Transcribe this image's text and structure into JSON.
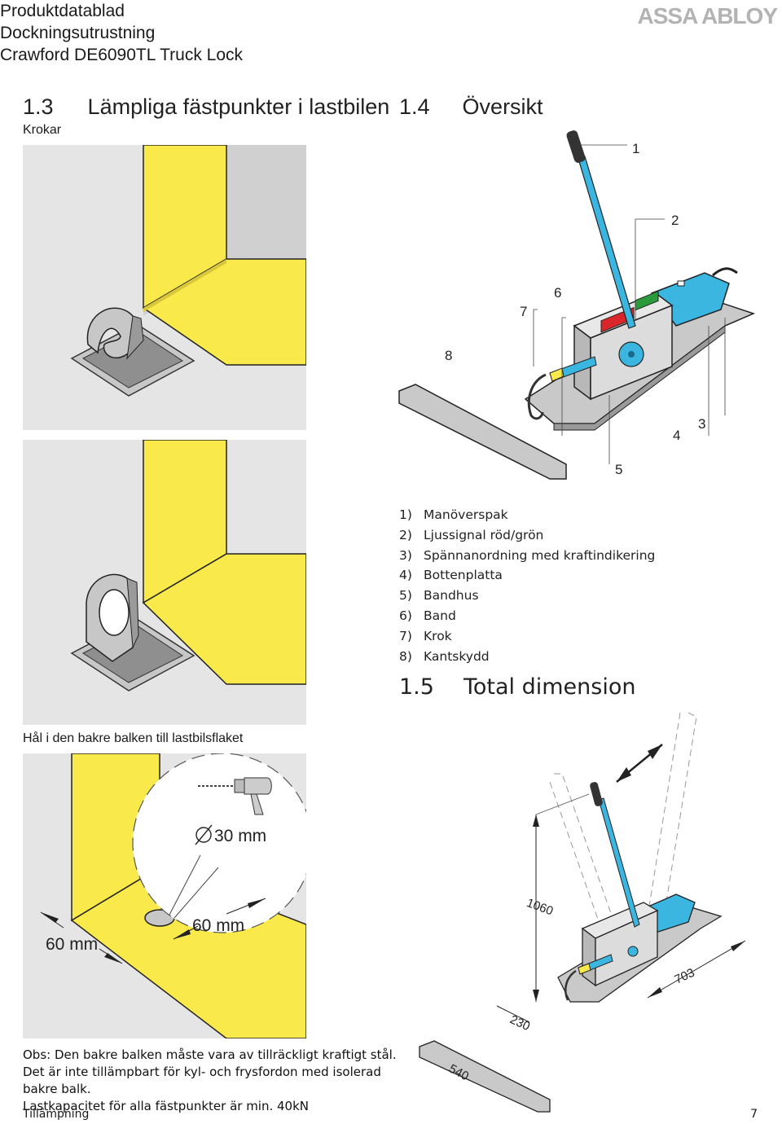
{
  "header": {
    "line1": "Produktdatablad",
    "line2": "Dockningsutrustning",
    "line3": "Crawford DE6090TL Truck Lock",
    "brand": "ASSA ABLOY"
  },
  "section_13": {
    "num": "1.3",
    "title": "Lämpliga fästpunkter i lastbilen",
    "sub1": "Krokar",
    "sub2": "Hål i den bakre balken till lastbilsflaket"
  },
  "section_14": {
    "num": "1.4",
    "title": "Översikt"
  },
  "callouts": {
    "c1": "1",
    "c2": "2",
    "c3": "3",
    "c4": "4",
    "c5": "5",
    "c6": "6",
    "c7": "7",
    "c8": "8"
  },
  "parts": [
    {
      "num": "1)",
      "label": "Manöverspak"
    },
    {
      "num": "2)",
      "label": "Ljussignal röd/grön"
    },
    {
      "num": "3)",
      "label": "Spännanordning med kraftindikering"
    },
    {
      "num": "4)",
      "label": "Bottenplatta"
    },
    {
      "num": "5)",
      "label": "Bandhus"
    },
    {
      "num": "6)",
      "label": "Band"
    },
    {
      "num": "7)",
      "label": "Krok"
    },
    {
      "num": "8)",
      "label": "Kantskydd"
    }
  ],
  "section_15": {
    "num": "1.5",
    "title": "Total dimension"
  },
  "dimensions": {
    "diameter": "30 mm",
    "edge_a": "60 mm",
    "edge_b": "60 mm",
    "height": "1060",
    "length": "703",
    "width": "230",
    "guard": "540"
  },
  "note": {
    "line1": "Obs: Den bakre balken måste vara av tillräckligt kraftigt stål.",
    "line2": "Det är inte tillämpbart för kyl- och frysfordon med isolerad",
    "line3": "bakre balk.",
    "line4": "Lastkapacitet för alla fästpunkter är min. 40kN"
  },
  "footer": {
    "section": "Tillämpning",
    "page": "7"
  },
  "colors": {
    "yellow": "#f9e94b",
    "floor": "#e5e5e5",
    "blue": "#3ab6e0",
    "red": "#d9262b",
    "green": "#2a9a3a"
  }
}
